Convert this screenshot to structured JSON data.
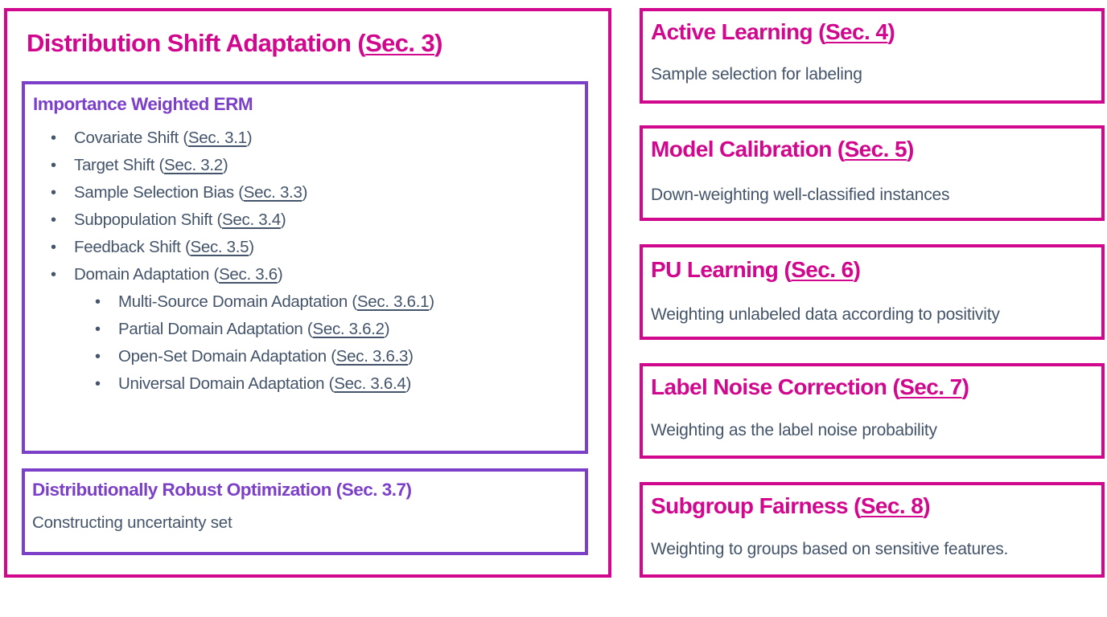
{
  "colors": {
    "magenta": "#D1088E",
    "purple": "#7B3FC8",
    "body_text": "#44546A"
  },
  "left_panel": {
    "title": "Distribution Shift Adaptation (",
    "title_sec": "Sec. 3",
    "title_close": ")",
    "iw_erm": {
      "title": "Importance Weighted ERM",
      "items": [
        {
          "label": "Covariate Shift (",
          "sec": "Sec. 3.1",
          "close": ")",
          "level": 1
        },
        {
          "label": "Target Shift (",
          "sec": "Sec. 3.2",
          "close": ")",
          "level": 1
        },
        {
          "label": "Sample Selection Bias (",
          "sec": "Sec. 3.3",
          "close": ")",
          "level": 1
        },
        {
          "label": "Subpopulation Shift (",
          "sec": "Sec. 3.4",
          "close": ")",
          "level": 1
        },
        {
          "label": "Feedback Shift (",
          "sec": "Sec. 3.5",
          "close": ")",
          "level": 1
        },
        {
          "label": "Domain Adaptation (",
          "sec": "Sec. 3.6",
          "close": ")",
          "level": 1
        },
        {
          "label": "Multi-Source Domain Adaptation (",
          "sec": "Sec. 3.6.1",
          "close": ")",
          "level": 2
        },
        {
          "label": "Partial Domain Adaptation (",
          "sec": "Sec. 3.6.2",
          "close": ")",
          "level": 2
        },
        {
          "label": "Open-Set Domain Adaptation (",
          "sec": "Sec. 3.6.3",
          "close": ")",
          "level": 2
        },
        {
          "label": "Universal Domain Adaptation (",
          "sec": "Sec. 3.6.4",
          "close": ")",
          "level": 2
        }
      ],
      "bullet": "•"
    },
    "dro": {
      "title": "Distributionally Robust Optimization (Sec. 3.7)",
      "description": "Constructing uncertainty set"
    }
  },
  "right_panel": {
    "boxes": [
      {
        "title": "Active Learning (",
        "sec": "Sec. 4",
        "close": ")",
        "description": "Sample selection for labeling"
      },
      {
        "title": "Model Calibration (",
        "sec": "Sec. 5",
        "close": ")",
        "description": "Down-weighting well-classified instances"
      },
      {
        "title": "PU Learning (",
        "sec": "Sec. 6",
        "close": ")",
        "description": "Weighting unlabeled data according to positivity"
      },
      {
        "title": "Label Noise Correction (",
        "sec": "Sec. 7",
        "close": ")",
        "description": "Weighting as the label noise probability"
      },
      {
        "title": "Subgroup Fairness (",
        "sec": "Sec. 8",
        "close": ")",
        "description": "Weighting to groups based on sensitive features."
      }
    ]
  }
}
